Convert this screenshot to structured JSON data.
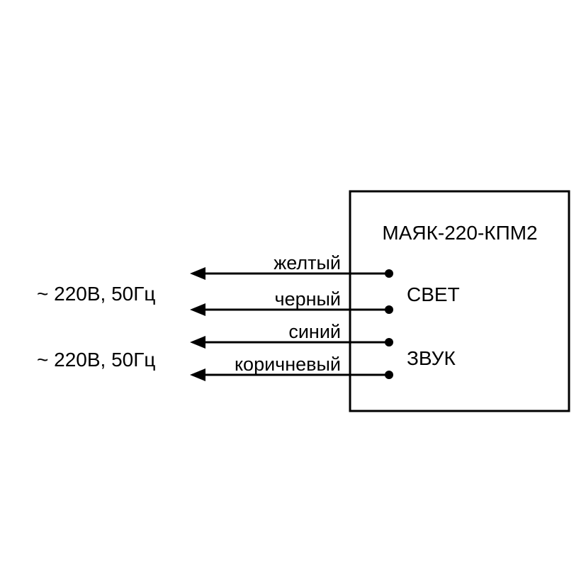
{
  "device": {
    "title": "МАЯК-220-КПМ2",
    "terminal_groups": [
      "СВЕТ",
      "ЗВУК"
    ]
  },
  "supply_labels": [
    "~ 220В, 50Гц",
    "~ 220В, 50Гц"
  ],
  "wires": [
    {
      "color_name": "желтый"
    },
    {
      "color_name": "черный"
    },
    {
      "color_name": "синий"
    },
    {
      "color_name": "коричневый"
    }
  ],
  "colors": {
    "line": "#000000",
    "background": "#ffffff"
  }
}
